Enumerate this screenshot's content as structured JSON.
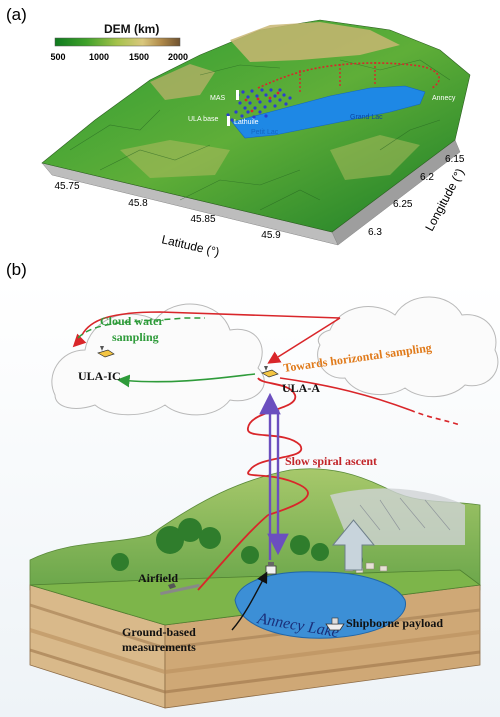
{
  "panel_a": {
    "label": "(a)",
    "dem_title": "DEM (km)",
    "dem_ticks": [
      "500",
      "1000",
      "1500",
      "2000"
    ],
    "dem_colors": [
      "#0f7a1f",
      "#3fa12a",
      "#9fbe4a",
      "#d8c47a",
      "#b08a4a",
      "#7a5a32"
    ],
    "places": {
      "mas": "MAS",
      "ula_base": "ULA base",
      "lathuile": "Lathuile",
      "petit_lac": "Petit Lac",
      "grand_lac": "Grand Lac",
      "annecy": "Annecy"
    },
    "lat_ticks": [
      "45.75",
      "45.8",
      "45.85",
      "45.9"
    ],
    "lat_label": "Latitude (°)",
    "lon_ticks": [
      "6.15",
      "6.2",
      "6.25",
      "6.3"
    ],
    "lon_label": "Longitude (°)"
  },
  "panel_b": {
    "label": "(b)",
    "cloud_water": [
      "Cloud water",
      "sampling"
    ],
    "ula_ic": "ULA-IC",
    "ula_a": "ULA-A",
    "towards": "Towards horizontal sampling",
    "spiral": "Slow spiral ascent",
    "airfield": "Airfield",
    "lake": "Annecy Lake",
    "shipborne": "Shipborne payload",
    "ground": [
      "Ground-based",
      "measurements"
    ],
    "colors": {
      "green": "#2e9b3a",
      "red": "#d9262a",
      "orange": "#e07a1a",
      "purple": "#6b4fbf",
      "lake": "#3c8fd6"
    }
  }
}
